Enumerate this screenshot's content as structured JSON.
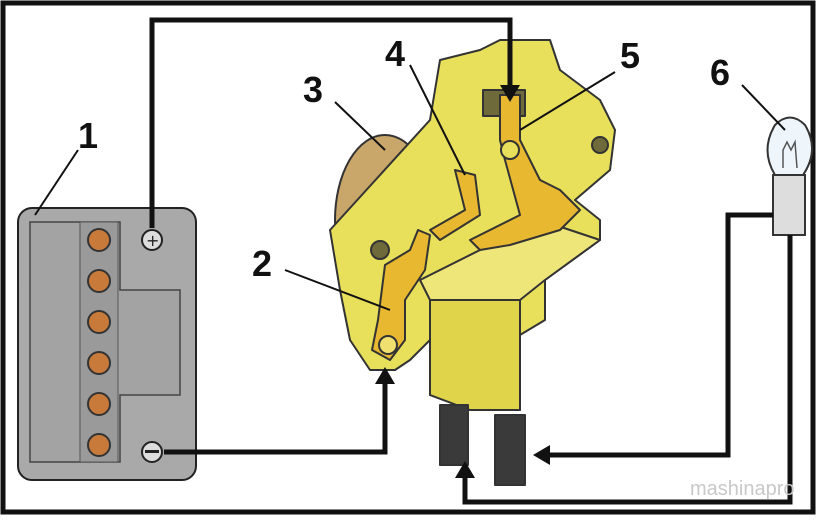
{
  "labels": {
    "n1": "1",
    "n2": "2",
    "n3": "3",
    "n4": "4",
    "n5": "5",
    "n6": "6"
  },
  "watermark": "mashinapro",
  "colors": {
    "regulator": "#e8df5a",
    "battery": "#a9a9a9",
    "wire": "#111111",
    "terminal": "#c87a3a"
  }
}
